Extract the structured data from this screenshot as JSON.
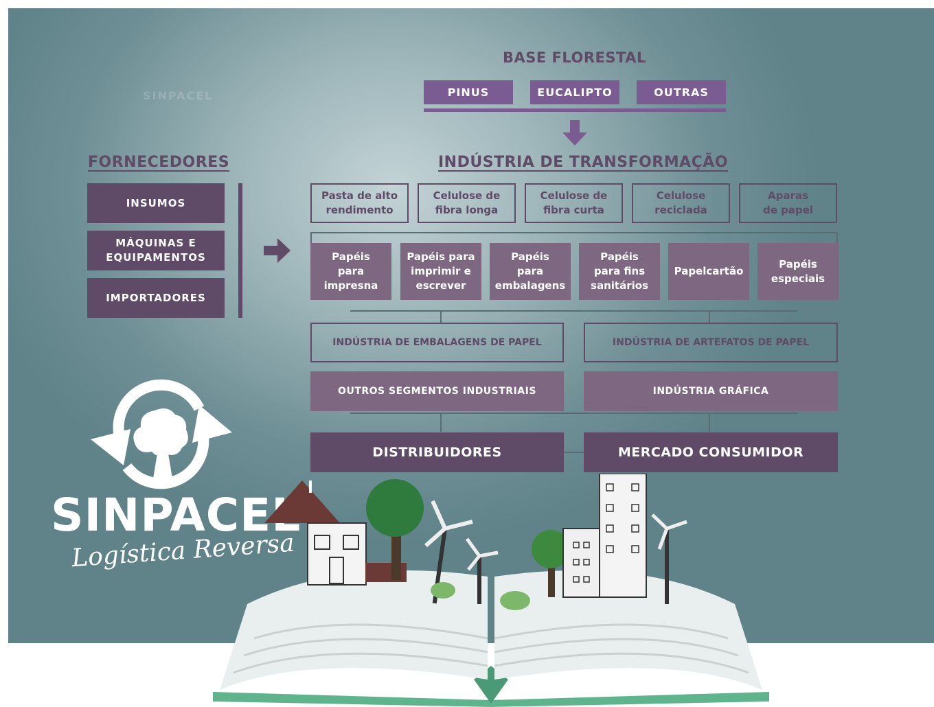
{
  "watermark": "SINPACEL",
  "base_florestal": {
    "title": "BASE FLORESTAL",
    "items": [
      "PINUS",
      "EUCALIPTO",
      "OUTRAS"
    ]
  },
  "fornecedores": {
    "title": "FORNECEDORES",
    "items": [
      "INSUMOS",
      "MÁQUINAS E\nEQUIPAMENTOS",
      "IMPORTADORES"
    ]
  },
  "industria_transformacao": {
    "title": "INDÚSTRIA DE TRANSFORMAÇÃO",
    "raw_materials": [
      "Pasta de alto\nrendimento",
      "Celulose de\nfibra longa",
      "Celulose de\nfibra curta",
      "Celulose\nreciclada",
      "Aparas\nde papel"
    ],
    "paper_types": [
      "Papéis\npara\nimpresna",
      "Papéis para\nimprimir e\nescrever",
      "Papéis\npara\nembalagens",
      "Papéis\npara fins\nsanitários",
      "Papelcartão",
      "Papéis\nespeciais"
    ]
  },
  "industries": {
    "embalagens": "INDÚSTRIA DE EMBALAGENS DE PAPEL",
    "artefatos": "INDÚSTRIA DE ARTEFATOS DE PAPEL",
    "outros": "OUTROS SEGMENTOS INDUSTRIAIS",
    "grafica": "INDÚSTRIA GRÁFICA"
  },
  "final": {
    "distribuidores": "DISTRIBUIDORES",
    "mercado": "MERCADO CONSUMIDOR"
  },
  "logo": {
    "name": "SINPACEL",
    "tagline": "Logística Reversa"
  },
  "colors": {
    "purple": "#7a5c93",
    "dark_purple": "#5f4a67",
    "mauve": "#7d6781",
    "background": "#6e8f95",
    "book_cover": "#5fb48e"
  }
}
